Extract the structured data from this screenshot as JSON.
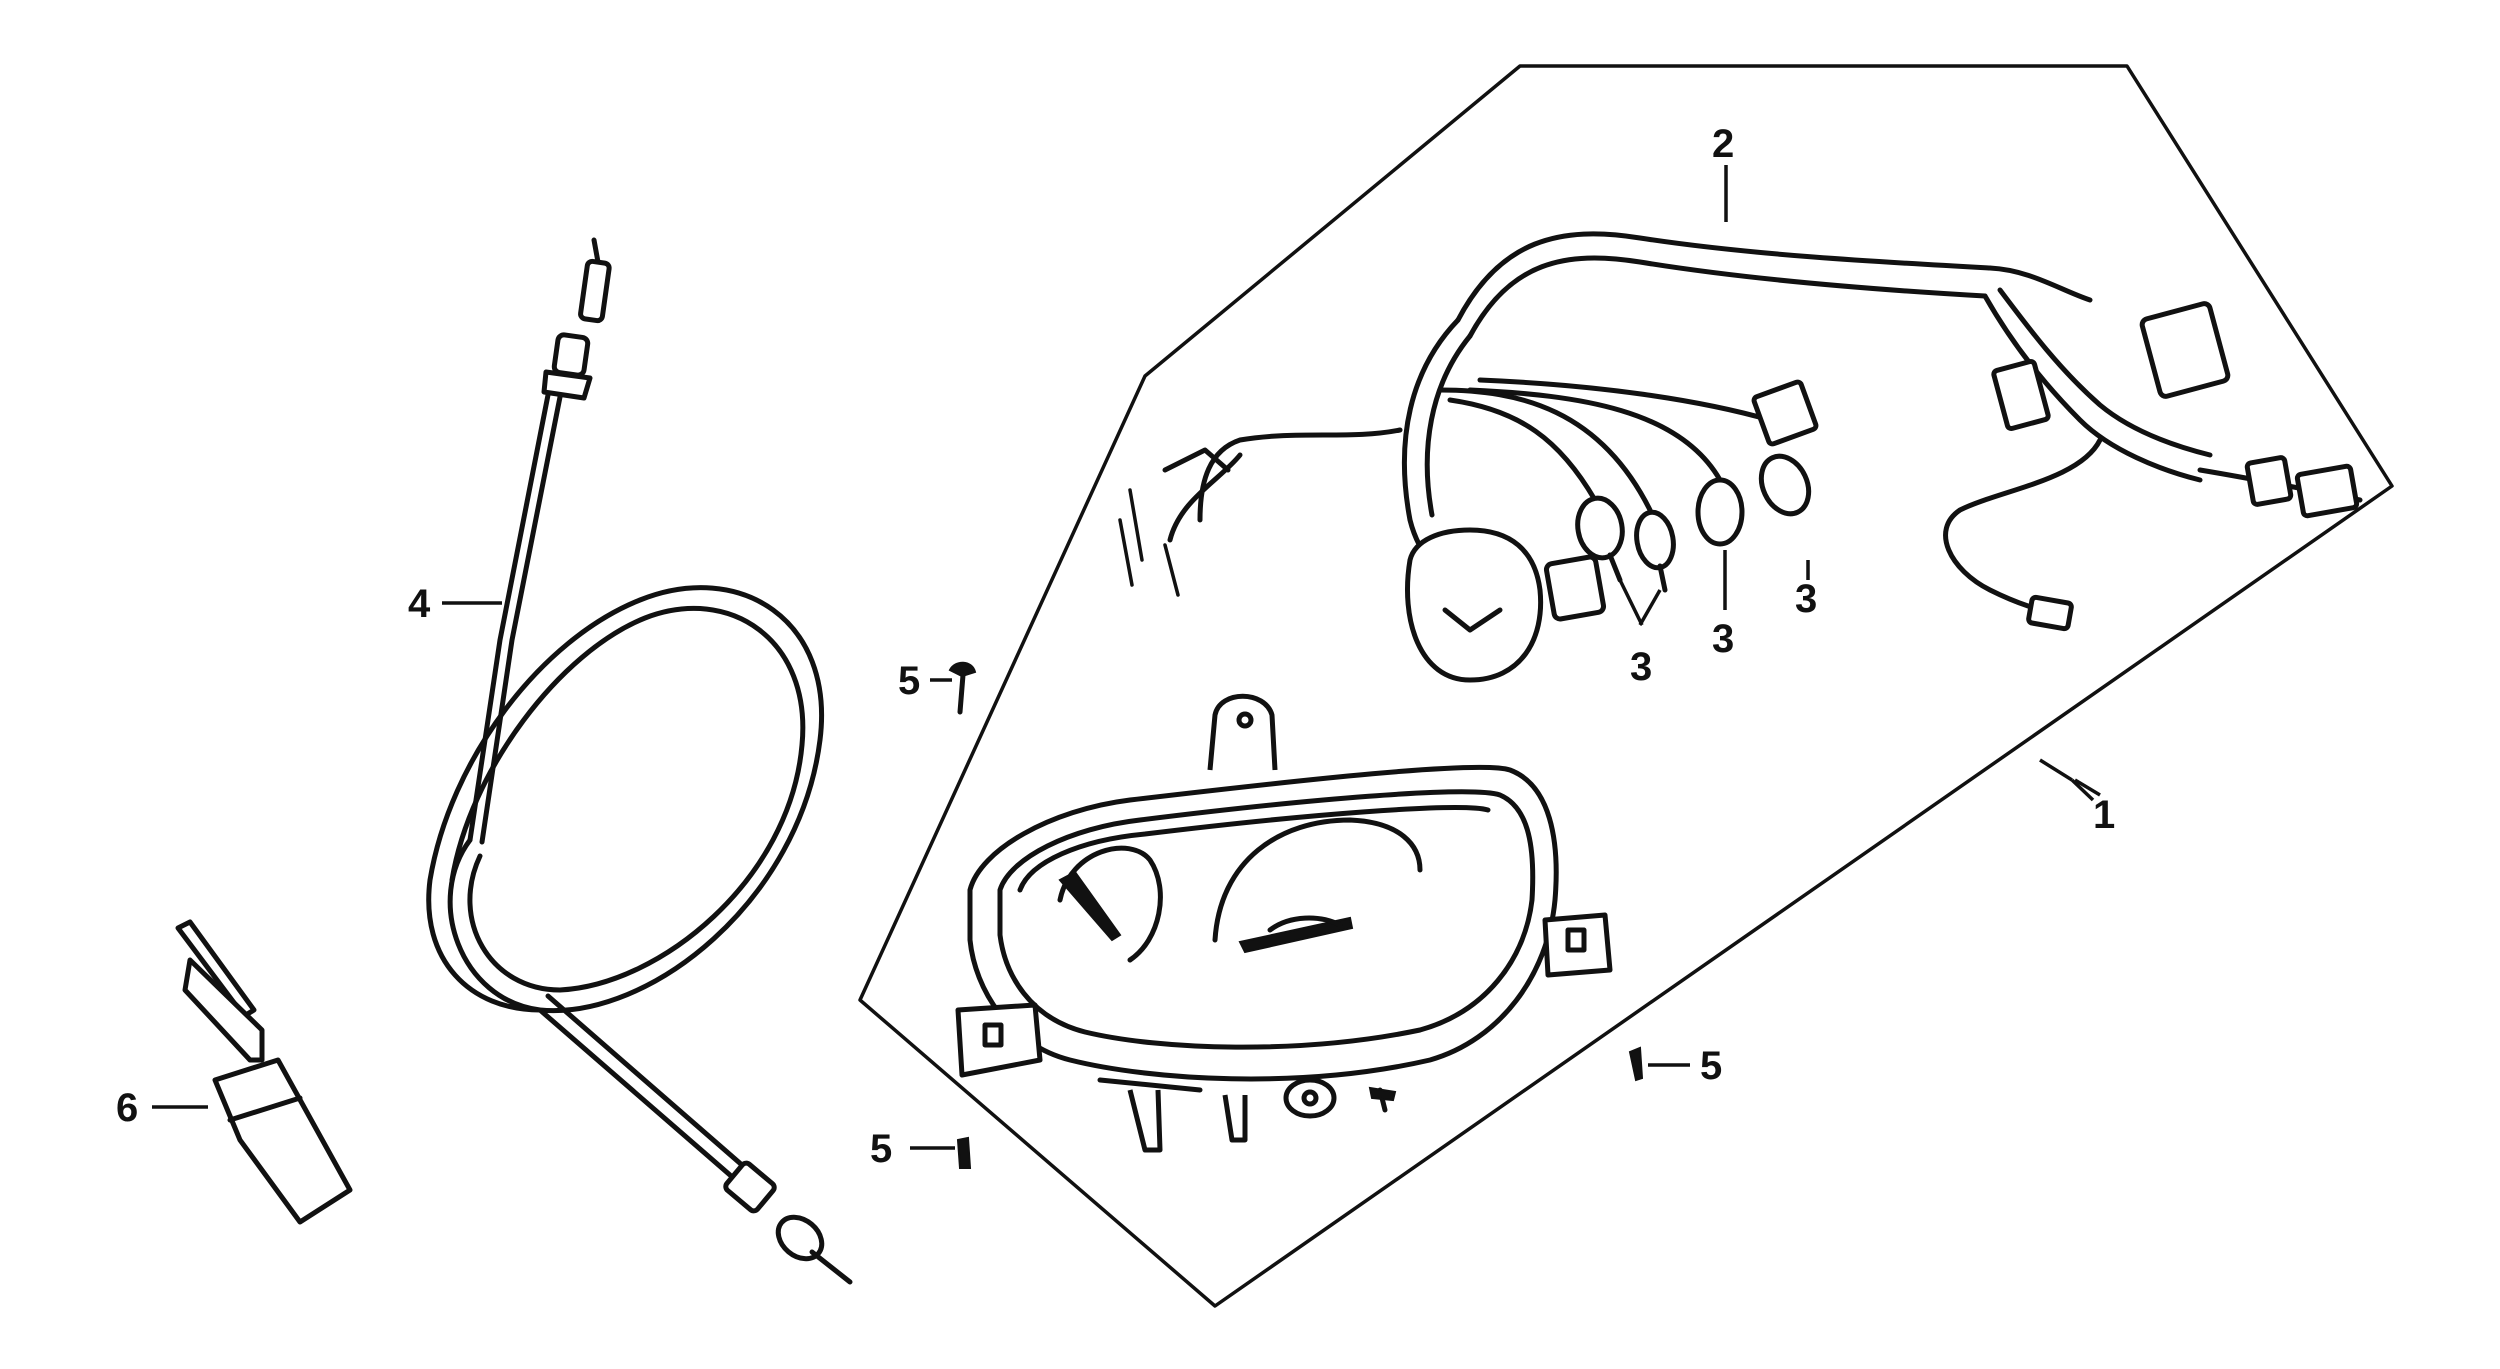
{
  "labels": [
    {
      "id": "1",
      "text": "1"
    },
    {
      "id": "2",
      "text": "2"
    },
    {
      "id": "3a",
      "text": "3"
    },
    {
      "id": "3b",
      "text": "3"
    },
    {
      "id": "3c",
      "text": "3"
    },
    {
      "id": "4",
      "text": "4"
    },
    {
      "id": "5a",
      "text": "5"
    },
    {
      "id": "5b",
      "text": "5"
    },
    {
      "id": "5c",
      "text": "5"
    },
    {
      "id": "6",
      "text": "6"
    }
  ],
  "colors": {
    "line": "#111111",
    "background": "#ffffff"
  }
}
